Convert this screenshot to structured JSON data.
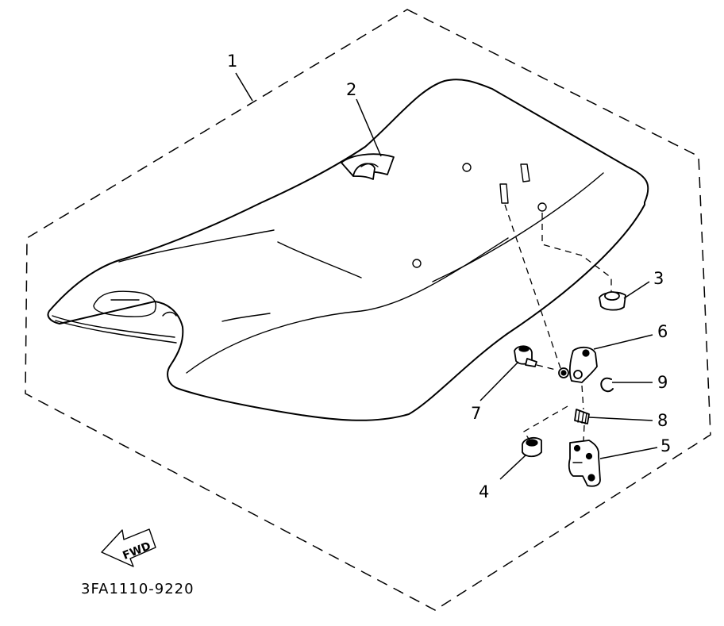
{
  "callouts": {
    "c1": "1",
    "c2": "2",
    "c3": "3",
    "c4": "4",
    "c5": "5",
    "c6": "6",
    "c7": "7",
    "c8": "8",
    "c9": "9"
  },
  "fwd_label": "FWD",
  "diagram_code": "3FA1110-9220"
}
